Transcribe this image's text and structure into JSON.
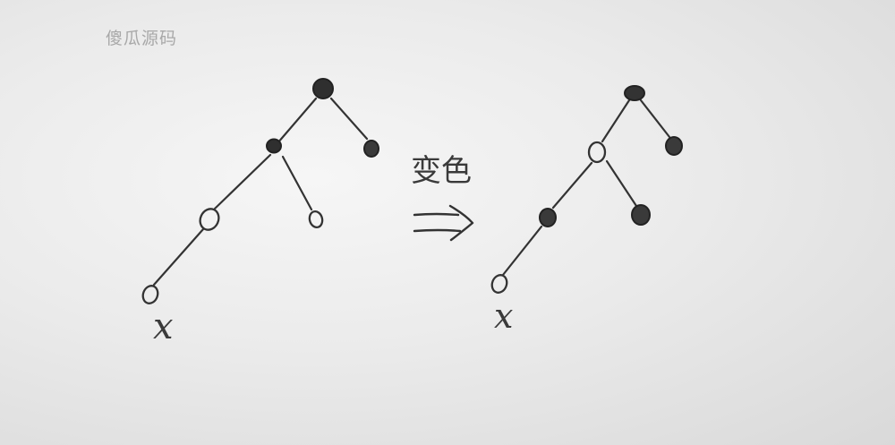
{
  "watermark": "傻瓜源码",
  "transform_char": "变色",
  "node_label": "x",
  "colors": {
    "paper": "#ececec",
    "ink": "#2e2e2e",
    "black_node": "#333333",
    "watermark": "#a8a8a8"
  },
  "trees": [
    {
      "name": "before",
      "nodes": [
        {
          "id": "grandparent",
          "color": "black"
        },
        {
          "id": "uncle",
          "color": "black"
        },
        {
          "id": "parent",
          "color": "black"
        },
        {
          "id": "sibling",
          "color": "red"
        },
        {
          "id": "child",
          "color": "red"
        },
        {
          "id": "x",
          "color": "red"
        }
      ]
    },
    {
      "name": "after",
      "nodes": [
        {
          "id": "grandparent",
          "color": "black"
        },
        {
          "id": "uncle",
          "color": "black"
        },
        {
          "id": "parent",
          "color": "red"
        },
        {
          "id": "sibling",
          "color": "black"
        },
        {
          "id": "child",
          "color": "black"
        },
        {
          "id": "x",
          "color": "red"
        }
      ]
    }
  ]
}
